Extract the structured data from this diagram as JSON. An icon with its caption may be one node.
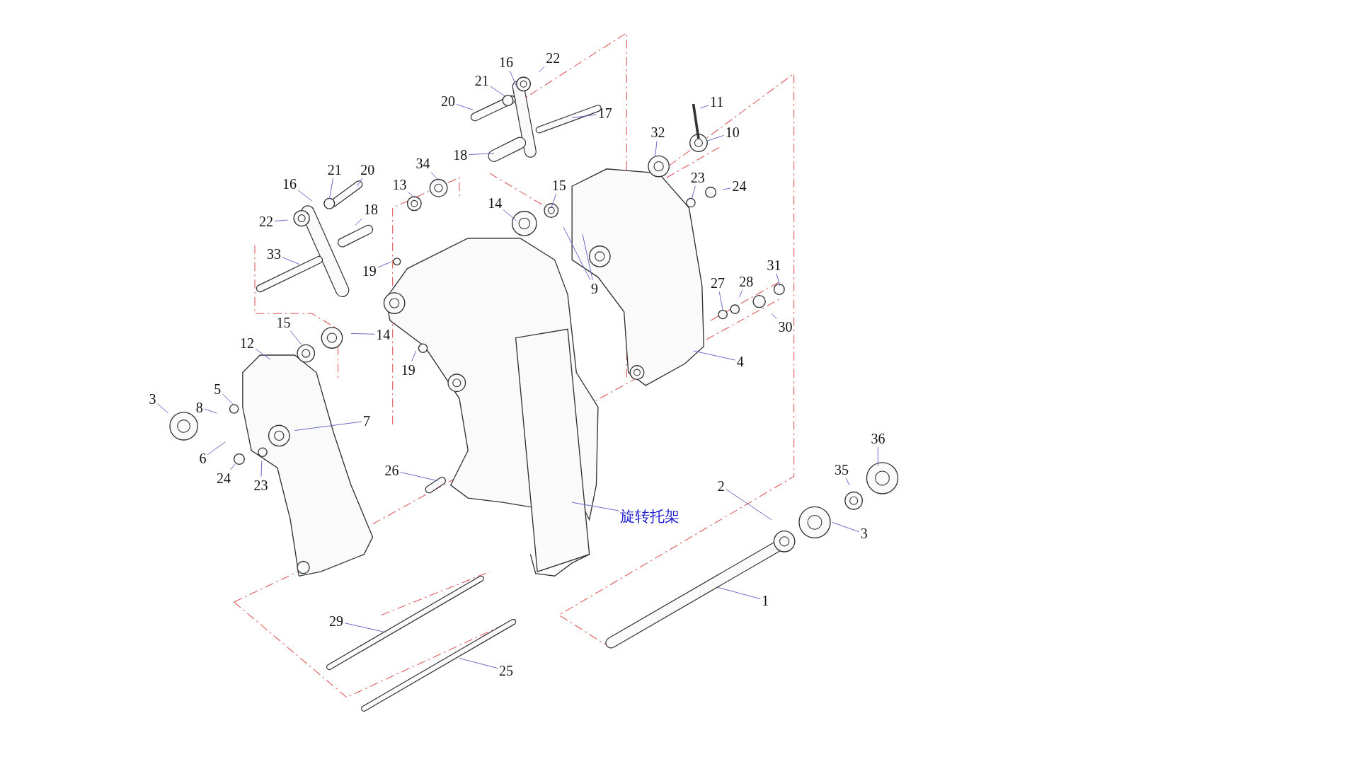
{
  "diagram": {
    "nodes": [
      {
        "text": [
          "16"
        ]
      },
      {
        "text": [
          "22"
        ]
      },
      {
        "text": [
          "21"
        ]
      },
      {
        "text": [
          "20"
        ]
      },
      {
        "text": [
          "17"
        ]
      },
      {
        "text": [
          "18"
        ]
      },
      {
        "text": [
          "11"
        ]
      },
      {
        "text": [
          "32"
        ]
      },
      {
        "text": [
          "10"
        ]
      },
      {
        "text": [
          "16"
        ]
      },
      {
        "text": [
          "21"
        ]
      },
      {
        "text": [
          "20"
        ]
      },
      {
        "text": [
          "34"
        ]
      },
      {
        "text": [
          "13"
        ]
      },
      {
        "text": [
          "15"
        ]
      },
      {
        "text": [
          "14"
        ]
      },
      {
        "text": [
          "23"
        ]
      },
      {
        "text": [
          "24"
        ]
      },
      {
        "text": [
          "22"
        ]
      },
      {
        "text": [
          "18"
        ]
      },
      {
        "text": [
          "33"
        ]
      },
      {
        "text": [
          "19"
        ]
      },
      {
        "text": [
          "9"
        ]
      },
      {
        "text": [
          "31"
        ]
      },
      {
        "text": [
          "27"
        ]
      },
      {
        "text": [
          "28"
        ]
      },
      {
        "text": [
          "30"
        ]
      },
      {
        "text": [
          "15"
        ]
      },
      {
        "text": [
          "14"
        ]
      },
      {
        "text": [
          "12"
        ]
      },
      {
        "text": [
          "19"
        ]
      },
      {
        "text": [
          "4"
        ]
      },
      {
        "text": [
          "3"
        ]
      },
      {
        "text": [
          "5"
        ]
      },
      {
        "text": [
          "8"
        ]
      },
      {
        "text": [
          "7"
        ]
      },
      {
        "text": [
          "6"
        ]
      },
      {
        "text": [
          "24"
        ]
      },
      {
        "text": [
          "23"
        ]
      },
      {
        "text": [
          "26"
        ]
      },
      {
        "text": [
          "2"
        ]
      },
      {
        "text": [
          "36"
        ]
      },
      {
        "text": [
          "35"
        ]
      },
      {
        "text": [
          "旋转托架"
        ]
      },
      {
        "text": [
          "3"
        ]
      },
      {
        "text": [
          "1"
        ]
      },
      {
        "text": [
          "29"
        ]
      },
      {
        "text": [
          "25"
        ]
      }
    ],
    "edges": [
      {
        "from": 0,
        "to": null,
        "arrow": "none"
      },
      {
        "from": 1,
        "to": null,
        "arrow": "none"
      },
      {
        "from": 2,
        "to": null,
        "arrow": "none"
      },
      {
        "from": 3,
        "to": null,
        "arrow": "none"
      },
      {
        "from": 4,
        "to": null,
        "arrow": "none"
      },
      {
        "from": 5,
        "to": null,
        "arrow": "none"
      },
      {
        "from": 6,
        "to": null,
        "arrow": "none"
      },
      {
        "from": 7,
        "to": null,
        "arrow": "none"
      },
      {
        "from": 8,
        "to": null,
        "arrow": "none"
      },
      {
        "from": 9,
        "to": null,
        "arrow": "none"
      },
      {
        "from": 10,
        "to": null,
        "arrow": "none"
      },
      {
        "from": 11,
        "to": null,
        "arrow": "none"
      },
      {
        "from": 12,
        "to": null,
        "arrow": "none"
      },
      {
        "from": 13,
        "to": null,
        "arrow": "none"
      },
      {
        "from": 14,
        "to": null,
        "arrow": "none"
      },
      {
        "from": 15,
        "to": null,
        "arrow": "none"
      },
      {
        "from": 16,
        "to": null,
        "arrow": "none"
      },
      {
        "from": 17,
        "to": null,
        "arrow": "none"
      },
      {
        "from": 18,
        "to": null,
        "arrow": "none"
      },
      {
        "from": 19,
        "to": null,
        "arrow": "none"
      },
      {
        "from": 20,
        "to": null,
        "arrow": "none"
      },
      {
        "from": 21,
        "to": null,
        "arrow": "none"
      },
      {
        "from": 22,
        "to": null,
        "arrow": "none"
      },
      {
        "from": 22,
        "to": null,
        "arrow": "none"
      },
      {
        "from": 23,
        "to": null,
        "arrow": "none"
      },
      {
        "from": 24,
        "to": null,
        "arrow": "none"
      },
      {
        "from": 25,
        "to": null,
        "arrow": "none"
      },
      {
        "from": 26,
        "to": null,
        "arrow": "none"
      },
      {
        "from": 27,
        "to": null,
        "arrow": "none"
      },
      {
        "from": 28,
        "to": null,
        "arrow": "none"
      },
      {
        "from": 29,
        "to": null,
        "arrow": "none"
      },
      {
        "from": 30,
        "to": null,
        "arrow": "none"
      },
      {
        "from": 31,
        "to": null,
        "arrow": "none"
      },
      {
        "from": 32,
        "to": null,
        "arrow": "none"
      },
      {
        "from": 33,
        "to": null,
        "arrow": "none"
      },
      {
        "from": 34,
        "to": null,
        "arrow": "none"
      },
      {
        "from": 35,
        "to": null,
        "arrow": "none"
      },
      {
        "from": 36,
        "to": null,
        "arrow": "none"
      },
      {
        "from": 37,
        "to": null,
        "arrow": "none"
      },
      {
        "from": 38,
        "to": null,
        "arrow": "none"
      },
      {
        "from": 39,
        "to": null,
        "arrow": "none"
      },
      {
        "from": 40,
        "to": null,
        "arrow": "none"
      },
      {
        "from": 41,
        "to": null,
        "arrow": "none"
      },
      {
        "from": 42,
        "to": null,
        "arrow": "none"
      },
      {
        "from": 43,
        "to": null,
        "arrow": "none"
      },
      {
        "from": 44,
        "to": null,
        "arrow": "none"
      },
      {
        "from": 45,
        "to": null,
        "arrow": "none"
      },
      {
        "from": 46,
        "to": null,
        "arrow": "none"
      },
      {
        "from": 47,
        "to": null,
        "arrow": "none"
      }
    ]
  }
}
